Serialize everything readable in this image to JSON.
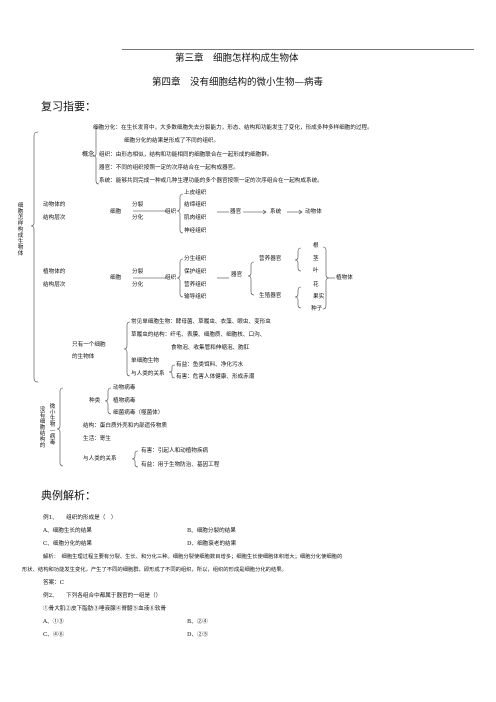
{
  "header": {
    "chapter3": "第三章　细胞怎样构成生物体",
    "chapter4": "第四章　没有细胞结构的微小生物—病毒"
  },
  "review": {
    "heading": "复习指要：",
    "root_label": "细胞怎样构成生物体",
    "concept": {
      "label": "概念",
      "diff_line1": "细胞分化：在生长发育中，大多数细胞失去分裂能力，形态、结构和功能发生了变化，形成多种多样细胞的过程。",
      "diff_line2": "细胞分化的结果是形成了不同的组织。",
      "tissue": "组织：由形态相似，结构和功能相同的细胞联合在一起形成的细胞群。",
      "organ": "器官：不同的组织按照一定的次序结合在一起构成器官。",
      "system": "系统：能够共同完成一种或几种生理功能的多个器官按照一定的次序组合在一起构成系统。"
    },
    "animal": {
      "label": "动物体的结构层次",
      "cell": "细胞",
      "split": "分裂",
      "differentiate": "分化",
      "tissue": "组织",
      "tissues": [
        "上皮组织",
        "结缔组织",
        "肌肉组织",
        "神经组织"
      ],
      "organ": "器官",
      "system": "系统",
      "body": "动物体"
    },
    "plant": {
      "label": "植物体的结构层次",
      "cell": "细胞",
      "split": "分裂",
      "differentiate": "分化",
      "tissue": "组织",
      "tissues": [
        "分生组织",
        "保护组织",
        "营养组织",
        "输导组织"
      ],
      "organ": "器官",
      "nutritive_organs": "营养器官",
      "reproductive_organs": "生殖器官",
      "organs": [
        "根",
        "茎",
        "叶",
        "花",
        "果实",
        "种子"
      ],
      "body": "植物体"
    },
    "single_cell": {
      "label": "只有一个细胞的生物体",
      "line1": "常见单细胞生物：酵母菌、草履虫、衣藻、眼虫、变形虫",
      "line2": "草履虫的结构：纤毛、表膜、细胞质、细胞核、口沟、",
      "line3": "食物泡、收集管和伸缩泡、胞肛",
      "line4": "单细胞生物",
      "relation": "与人类的关系",
      "benefit": "有益：鱼类饵料、净化污水",
      "harm": "有害：危害人体健康、形成赤潮"
    }
  },
  "virus": {
    "root_label_a": "没有细胞结构的",
    "root_label_b": "微小生物—病毒",
    "types_label": "种类",
    "types": [
      "动物病毒",
      "植物病毒",
      "细菌病毒（噬菌体）"
    ],
    "structure": "结构：蛋白质外壳和内部遗传物质",
    "life": "生活：寄生",
    "relation": "与人类的关系",
    "harm": "有害：引起人和动植物疾病",
    "benefit": "有益：用于生物防治、基因工程"
  },
  "examples": {
    "heading": "典例解析：",
    "q1": {
      "stem": "例1、　　组织的形成是（　）",
      "a": "A、细胞生长的结果",
      "b": "B、细胞分裂的结果",
      "c": "C、细胞分化的结果",
      "d": "D、细胞衰老的结果",
      "analysis1": "解析：　细胞生理过程主要有分裂、生长、和分化三种。细胞分裂使细胞数目增多；细胞生长使细胞体积增大；细胞分化使细胞的",
      "analysis2": "形状、结构和功能发生变化，产生了不同的细胞群，即形成了不同的组织，所以，组织的形成是细胞分化的结果。",
      "answer": "答案：C"
    },
    "q2": {
      "stem": "例2、　　下列各组合中都属于器官的一组是（）",
      "items": "①骨大肌②皮下脂肪③唾液腺④脊髓⑤血液⑥软骨",
      "a": "A、①③",
      "b": "B、②④",
      "c": "C、④⑥",
      "d": "D、②⑤"
    }
  }
}
